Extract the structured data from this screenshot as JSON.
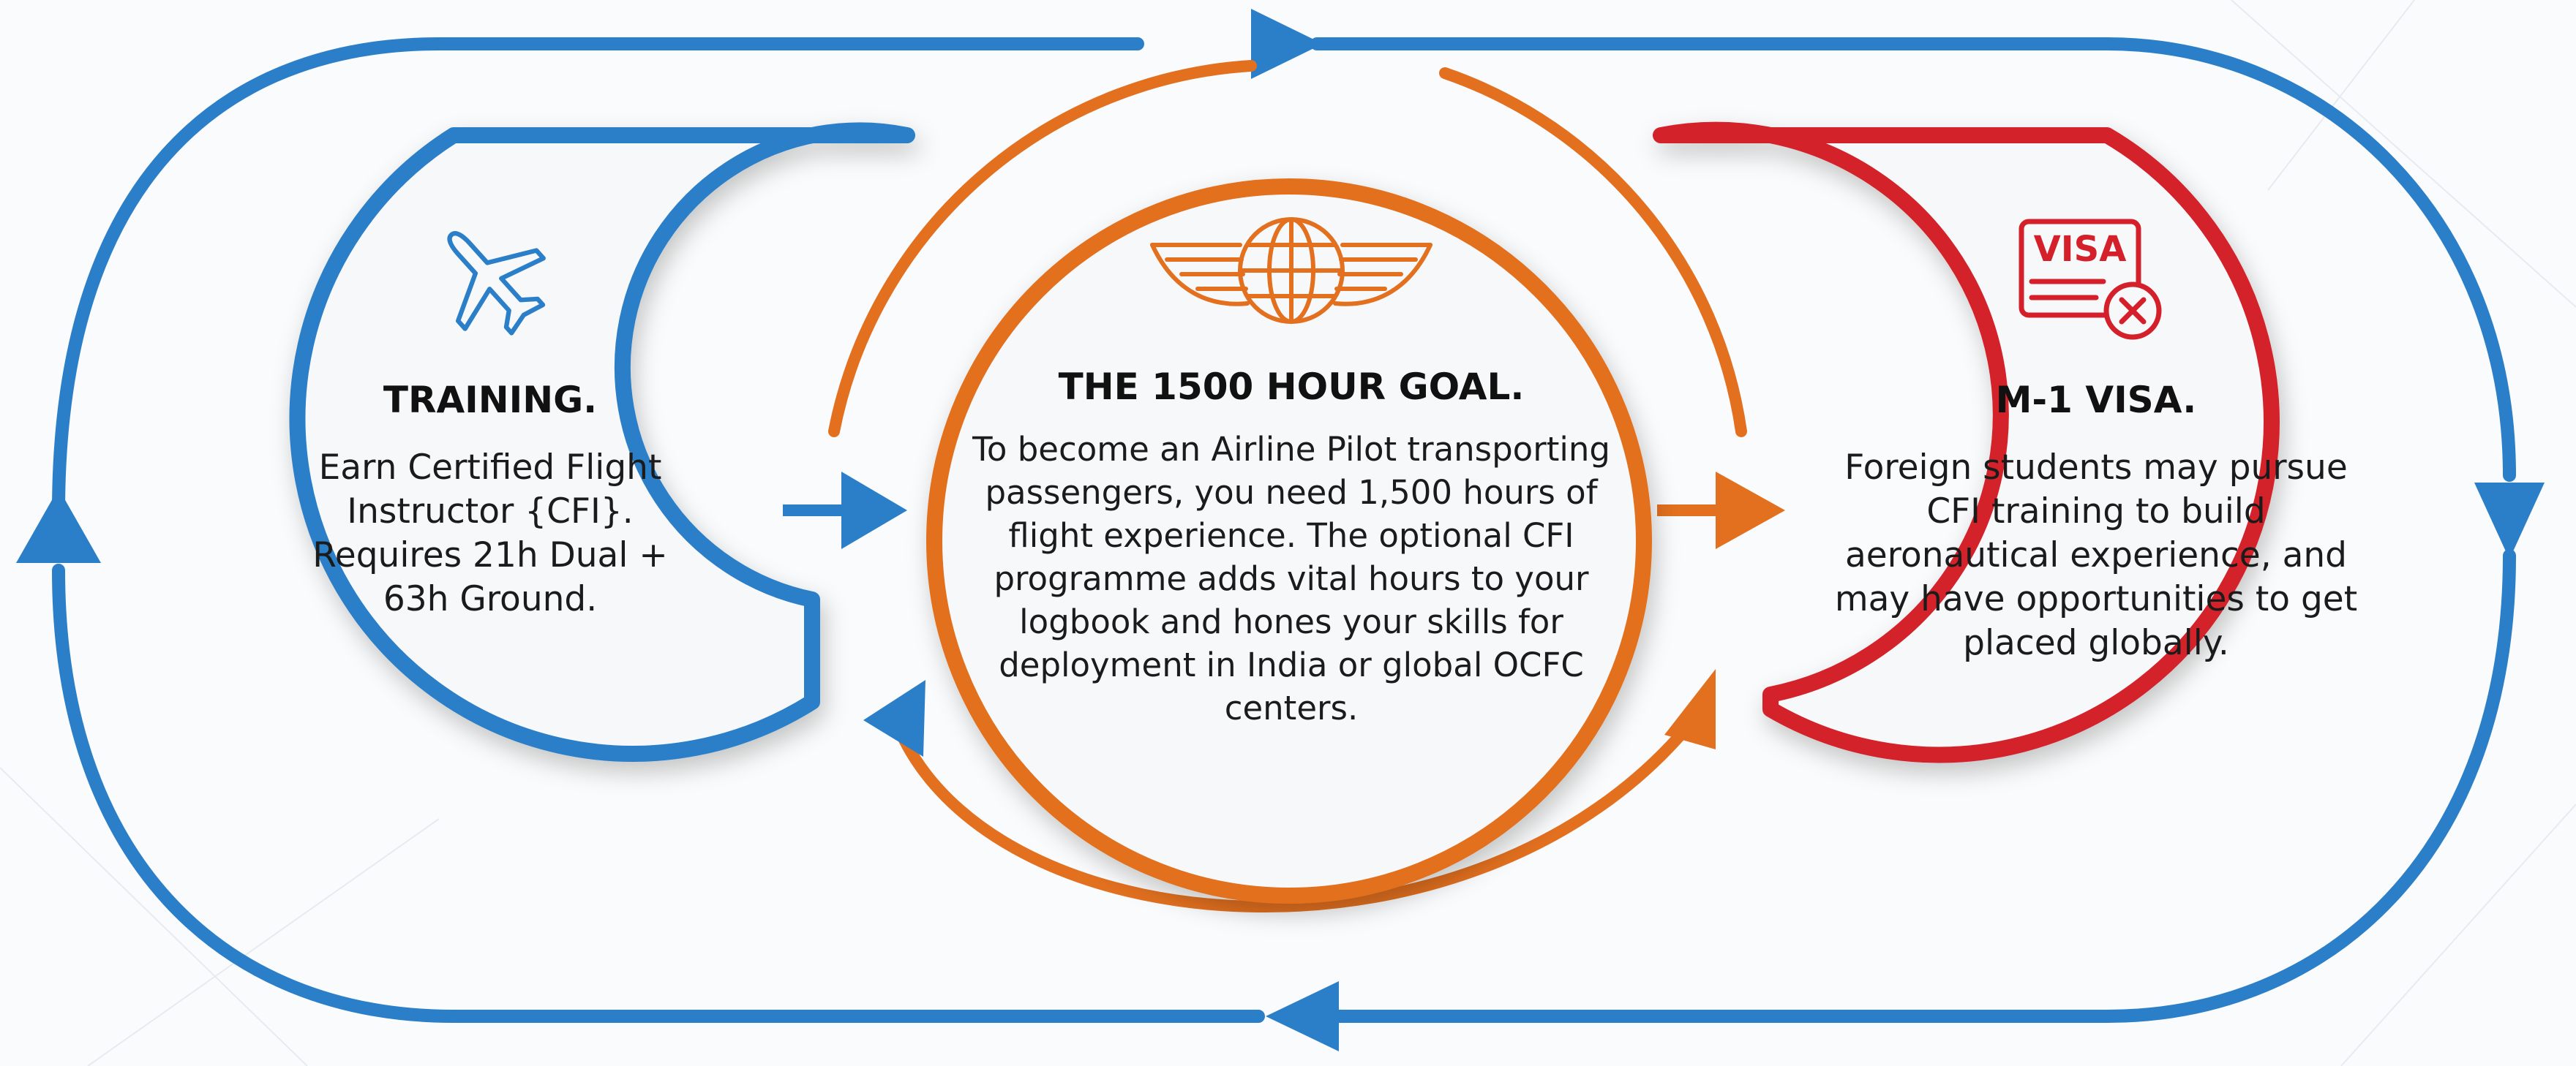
{
  "cards": [
    {
      "id": "training",
      "title": "TRAINING.",
      "body": "Earn Certified Flight Instructor {CFI}. Requires 21h Dual + 63h Ground.",
      "icon": "airplane-icon",
      "color": "#2b7fc8"
    },
    {
      "id": "goal",
      "title": "THE 1500  HOUR GOAL.",
      "body": "To become an Airline Pilot transporting passengers, you need 1,500 hours of flight experience. The optional CFI programme adds vital hours to your logbook and hones your skills for deployment in India or global OCFC centers.",
      "icon": "globe-with-wings-icon",
      "color": "#e2701f"
    },
    {
      "id": "visa",
      "title": "M-1 VISA.",
      "body": "Foreign students may pursue CFI training to build aeronautical experience, and may have opportunities to get placed globally.",
      "icon": "visa-card-icon",
      "icon_text": "VISA",
      "color": "#d4202a"
    }
  ],
  "colors": {
    "blue": "#2b7fc8",
    "orange": "#e2701f",
    "red": "#d4202a",
    "background": "#fafbfc"
  }
}
